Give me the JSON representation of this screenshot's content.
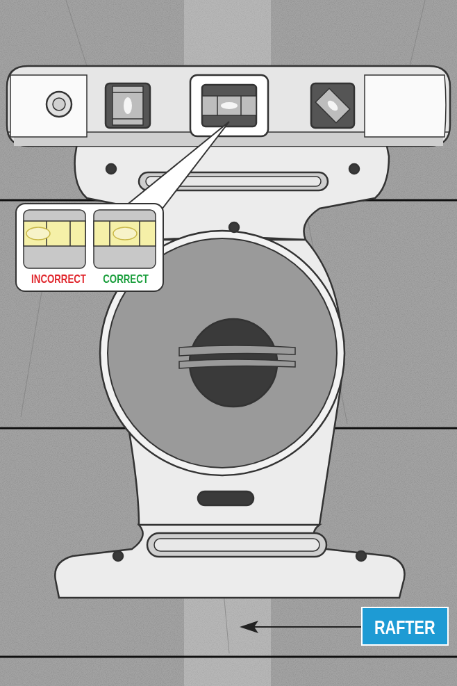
{
  "diagram": {
    "nodes": [
      {
        "text": [
          "INCORRECT",
          "CORRECT"
        ]
      },
      {
        "text": [
          "RAFTER"
        ]
      }
    ]
  }
}
